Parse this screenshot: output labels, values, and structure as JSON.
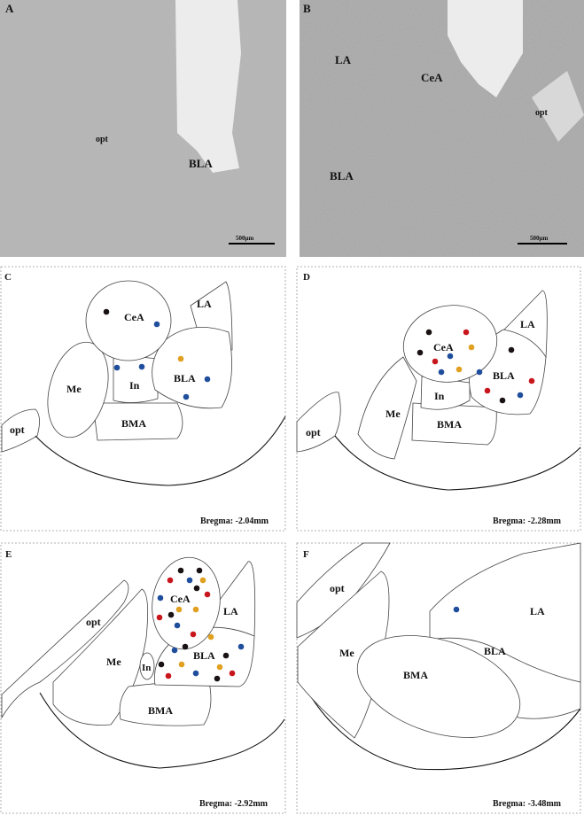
{
  "colors": {
    "black": "#1a1212",
    "blue": "#1f4e9c",
    "red": "#c8161d",
    "orange": "#e0a020"
  },
  "panels": {
    "A": {
      "label": "A",
      "regions": {
        "opt": "opt",
        "BLA": "BLA"
      },
      "scale_bar": "500μm"
    },
    "B": {
      "label": "B",
      "regions": {
        "LA": "LA",
        "CeA": "CeA",
        "BLA": "BLA",
        "opt": "opt"
      },
      "scale_bar": "500μm"
    },
    "C": {
      "label": "C",
      "regions": {
        "CeA": "CeA",
        "LA": "LA",
        "BLA": "BLA",
        "Me": "Me",
        "In": "In",
        "BMA": "BMA",
        "opt": "opt"
      },
      "bregma": "Bregma: -2.04mm"
    },
    "D": {
      "label": "D",
      "regions": {
        "CeA": "CeA",
        "LA": "LA",
        "BLA": "BLA",
        "Me": "Me",
        "In": "In",
        "BMA": "BMA",
        "opt": "opt"
      },
      "bregma": "Bregma: -2.28mm"
    },
    "E": {
      "label": "E",
      "regions": {
        "CeA": "CeA",
        "LA": "LA",
        "BLA": "BLA",
        "Me": "Me",
        "In": "In",
        "BMA": "BMA",
        "opt": "opt"
      },
      "bregma": "Bregma: -2.92mm"
    },
    "F": {
      "label": "F",
      "regions": {
        "opt": "opt",
        "LA": "LA",
        "BLA": "BLA",
        "Me": "Me",
        "BMA": "BMA"
      },
      "bregma": "Bregma: -3.48mm"
    }
  }
}
